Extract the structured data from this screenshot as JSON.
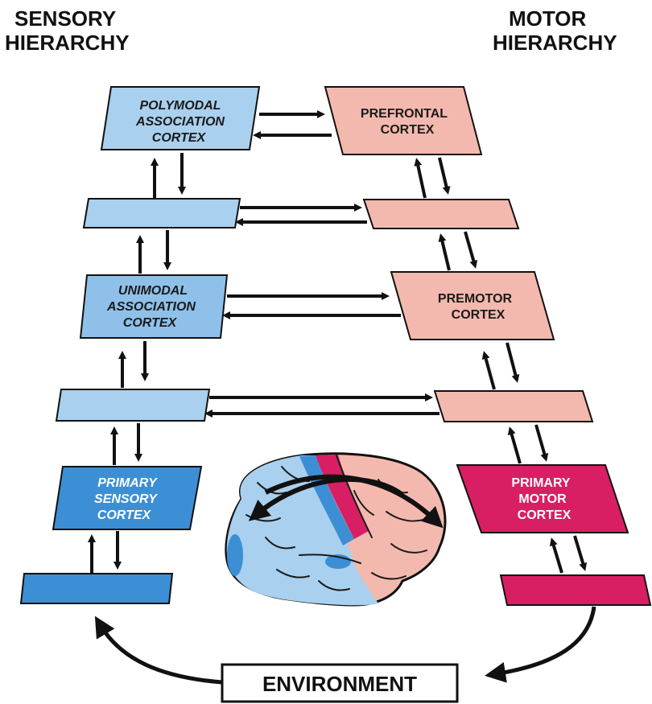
{
  "headers": {
    "sensory": [
      "SENSORY",
      "HIERARCHY"
    ],
    "motor": [
      "MOTOR",
      "HIERARCHY"
    ]
  },
  "boxes": {
    "polymodal": [
      "POLYMODAL",
      "ASSOCIATION",
      "CORTEX"
    ],
    "prefrontal": [
      "PREFRONTAL",
      "CORTEX"
    ],
    "unimodal": [
      "UNIMODAL",
      "ASSOCIATION",
      "CORTEX"
    ],
    "premotor": [
      "PREMOTOR",
      "CORTEX"
    ],
    "primary_sensory": [
      "PRIMARY",
      "SENSORY",
      "CORTEX"
    ],
    "primary_motor": [
      "PRIMARY",
      "MOTOR",
      "CORTEX"
    ]
  },
  "environment": "ENVIRONMENT",
  "colors": {
    "sensory_light": "#a9d0ee",
    "sensory_mid": "#8fc0ea",
    "sensory_dark": "#3c8fd4",
    "motor_light": "#f4b9ae",
    "motor_dark": "#d81f63",
    "outline": "#111111"
  }
}
